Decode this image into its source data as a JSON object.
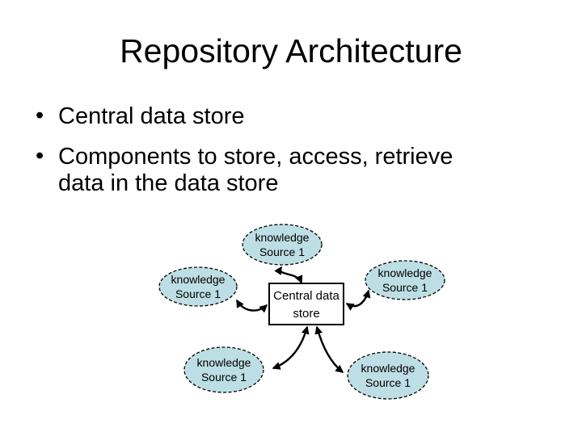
{
  "slide": {
    "title": "Repository Architecture",
    "bullet_char": "•",
    "bullets": [
      {
        "lines": [
          "Central data store"
        ]
      },
      {
        "lines": [
          "Components to store, access, retrieve",
          "data in the data store"
        ]
      }
    ]
  },
  "diagram": {
    "colors": {
      "node_fill": "#bddee4",
      "stroke": "#000000"
    },
    "center_box": {
      "line1": "Central data",
      "line2": "store"
    },
    "sources": [
      {
        "position": "top",
        "line1": "knowledge",
        "line2": "Source 1"
      },
      {
        "position": "left",
        "line1": "knowledge",
        "line2": "Source 1"
      },
      {
        "position": "right",
        "line1": "knowledge",
        "line2": "Source 1"
      },
      {
        "position": "bottom-left",
        "line1": "knowledge",
        "line2": "Source 1"
      },
      {
        "position": "bottom-right",
        "line1": "knowledge",
        "line2": "Source 1"
      }
    ]
  }
}
